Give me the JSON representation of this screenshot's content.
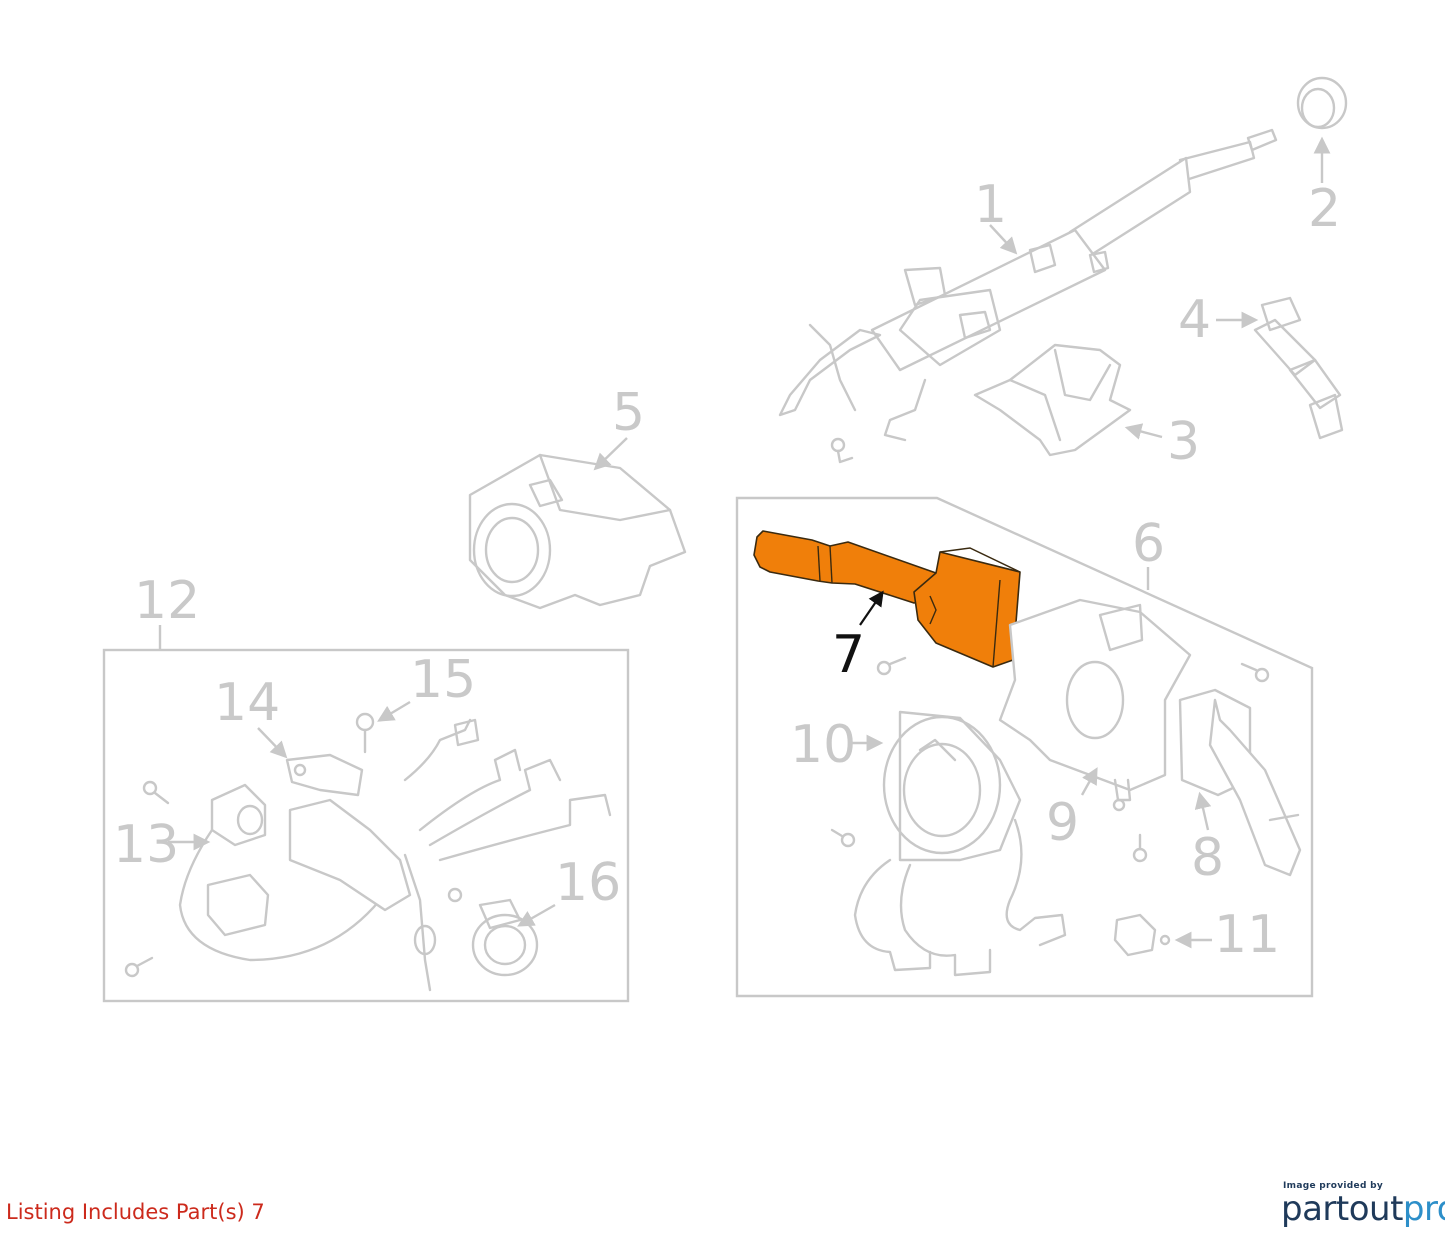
{
  "callouts": [
    "1",
    "2",
    "3",
    "4",
    "5",
    "6",
    "7",
    "8",
    "9",
    "10",
    "11",
    "12",
    "13",
    "14",
    "15",
    "16"
  ],
  "highlighted_callout": "7",
  "highlight_color": "#f07f0a",
  "line_color": "#c8c8c8",
  "footer": {
    "listing_text": "Listing Includes Part(s) 7",
    "listing_color": "#cc2a1c"
  },
  "credit": {
    "provided_by": "Image provided by",
    "brand_part1": "partout",
    "brand_part2": "pro"
  }
}
